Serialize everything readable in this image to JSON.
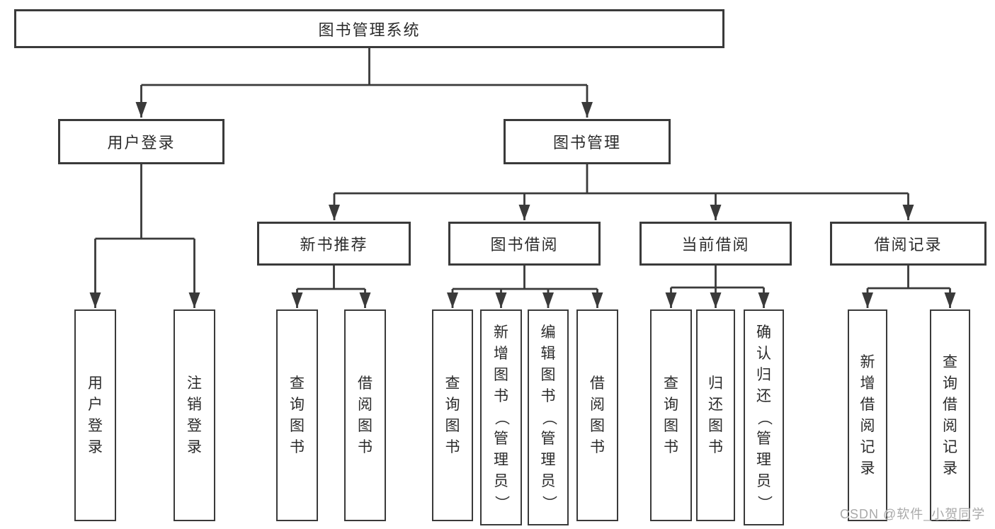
{
  "diagram": {
    "title": "图书管理系统",
    "watermark": "CSDN @软件_小贺同学",
    "colors": {
      "line": "#3a3a3a",
      "text": "#2b2b2b",
      "watermark": "#a9a9a9",
      "background": "#ffffff"
    },
    "nodes": {
      "root": {
        "label": "图书管理系统"
      },
      "user_login": {
        "label": "用户登录"
      },
      "book_mgmt": {
        "label": "图书管理"
      },
      "new_book_rec": {
        "label": "新书推荐"
      },
      "book_borrow": {
        "label": "图书借阅"
      },
      "current_borrow": {
        "label": "当前借阅"
      },
      "borrow_record": {
        "label": "借阅记录"
      },
      "leaf_user_login": {
        "label": "用户登录"
      },
      "leaf_logout": {
        "label": "注销登录"
      },
      "leaf_nb_query": {
        "label": "查询图书"
      },
      "leaf_nb_borrow": {
        "label": "借阅图书"
      },
      "leaf_bb_query": {
        "label": "查询图书"
      },
      "leaf_bb_add": {
        "label": "新增图书（管理员）"
      },
      "leaf_bb_edit": {
        "label": "编辑图书（管理员）"
      },
      "leaf_bb_borrow": {
        "label": "借阅图书"
      },
      "leaf_cb_query": {
        "label": "查询图书"
      },
      "leaf_cb_return": {
        "label": "归还图书"
      },
      "leaf_cb_confirm": {
        "label": "确认归还（管理员）"
      },
      "leaf_br_add": {
        "label": "新增借阅记录"
      },
      "leaf_br_query": {
        "label": "查询借阅记录"
      }
    },
    "edges": [
      [
        "root",
        "user_login"
      ],
      [
        "root",
        "book_mgmt"
      ],
      [
        "user_login",
        "leaf_user_login"
      ],
      [
        "user_login",
        "leaf_logout"
      ],
      [
        "book_mgmt",
        "new_book_rec"
      ],
      [
        "book_mgmt",
        "book_borrow"
      ],
      [
        "book_mgmt",
        "current_borrow"
      ],
      [
        "book_mgmt",
        "borrow_record"
      ],
      [
        "new_book_rec",
        "leaf_nb_query"
      ],
      [
        "new_book_rec",
        "leaf_nb_borrow"
      ],
      [
        "book_borrow",
        "leaf_bb_query"
      ],
      [
        "book_borrow",
        "leaf_bb_add"
      ],
      [
        "book_borrow",
        "leaf_bb_edit"
      ],
      [
        "book_borrow",
        "leaf_bb_borrow"
      ],
      [
        "current_borrow",
        "leaf_cb_query"
      ],
      [
        "current_borrow",
        "leaf_cb_return"
      ],
      [
        "current_borrow",
        "leaf_cb_confirm"
      ],
      [
        "borrow_record",
        "leaf_br_add"
      ],
      [
        "borrow_record",
        "leaf_br_query"
      ]
    ]
  }
}
